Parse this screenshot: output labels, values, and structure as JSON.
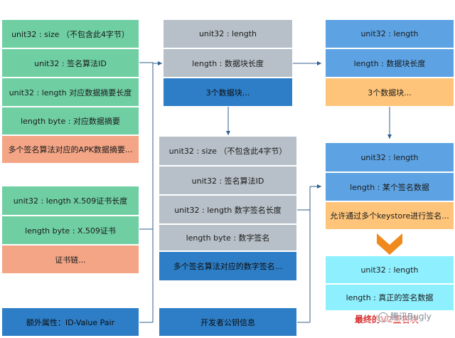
{
  "block_a": {
    "size": "unit32 : size （不包含此4字节）",
    "algo_id": "unit32 : 签名算法ID",
    "digest_len": "unit32 : length 对应数据摘要长度",
    "digest_bytes": "length byte : 对应数据摘要",
    "multi_digest": "多个签名算法对应的APK数据摘要..."
  },
  "block_b": {
    "cert_len": "unit32 :  length X.509证书长度",
    "cert_bytes": "length byte : X.509证书",
    "cert_chain": "证书链..."
  },
  "block_c": {
    "attr": "额外属性：ID-Value Pair"
  },
  "block_d": {
    "length": "unit32  : length",
    "data_len": "length  :  数据块长度",
    "blocks": "3个数据块..."
  },
  "block_e": {
    "size": "unit32 : size （不包含此4字节）",
    "algo_id": "unit32 : 签名算法ID",
    "sig_len": "unit32 : length 数字签名长度",
    "sig_bytes": "length byte : 数字签名",
    "multi_sig": "多个签名算法对应的数字签名..."
  },
  "block_f": {
    "pubkey": "开发者公钥信息"
  },
  "block_g": {
    "length": "unit32  : length",
    "data_len": "length  :  数据块长度",
    "blocks": "3个数据块..."
  },
  "block_h": {
    "length": "unit32  : length",
    "sig_data": "length  :  某个签名数据",
    "keystore": "允许通过多个keystore进行签名..."
  },
  "block_i": {
    "length": "unit32  : length",
    "real_sig": "length  :  真正的签名数据"
  },
  "caption": "最终的V2签名块",
  "watermark": "腾讯Bugly",
  "colors": {
    "green": "#6fcfa3",
    "salmon": "#f3a586",
    "gray": "#b7c0c8",
    "blue": "#2d7ec7",
    "light_blue": "#5da3e4",
    "orange": "#fec57a",
    "cyan": "#8ef0ff",
    "arrow_orange": "#f08a1c",
    "caption_red": "#d62b2b"
  }
}
